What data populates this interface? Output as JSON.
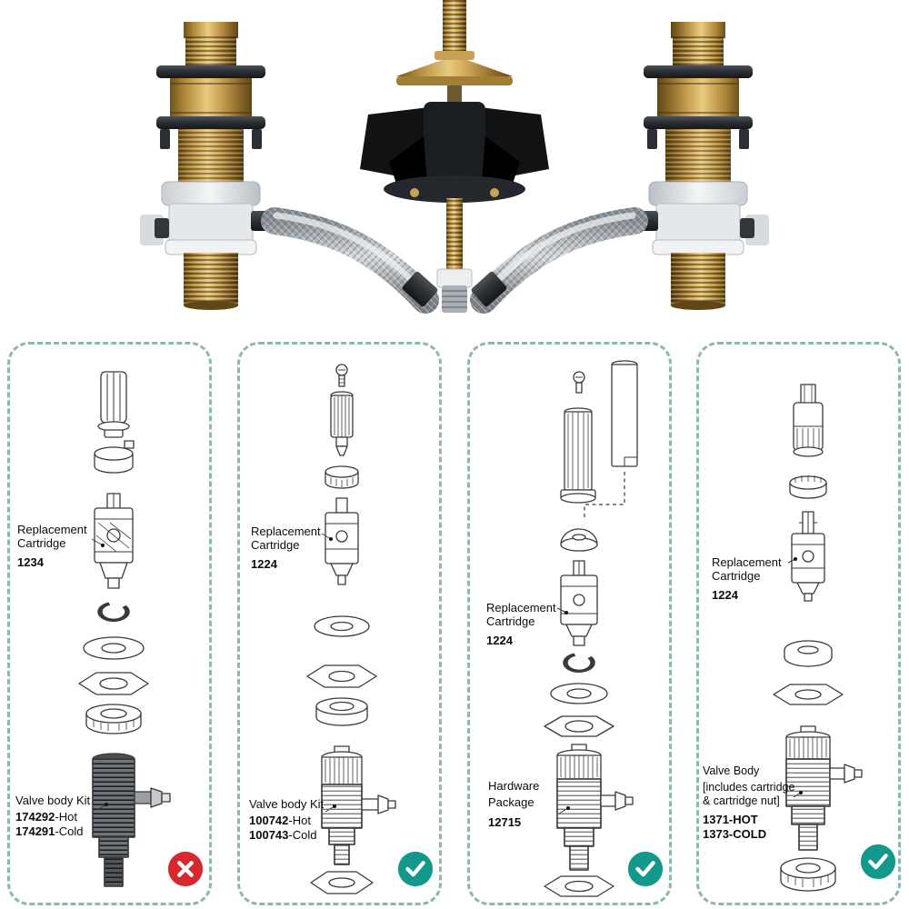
{
  "colors": {
    "panel_border": "#8fb7ae",
    "check_teal": "#12998c",
    "cross_red": "#d7282f"
  },
  "panels": [
    {
      "cartridge": {
        "label1": "Replacement",
        "label2": "Cartridge",
        "code": "1234"
      },
      "body": {
        "label1": "Valve body Kit",
        "rows": [
          {
            "code": "174292",
            "suffix": "-Hot"
          },
          {
            "code": "174291",
            "suffix": "-Cold"
          }
        ]
      },
      "status": "cross"
    },
    {
      "cartridge": {
        "label1": "Replacement",
        "label2": "Cartridge",
        "code": "1224"
      },
      "body": {
        "label1": "Valve body Kit",
        "rows": [
          {
            "code": "100742",
            "suffix": "-Hot"
          },
          {
            "code": "100743",
            "suffix": "-Cold"
          }
        ]
      },
      "status": "check"
    },
    {
      "cartridge": {
        "label1": "Replacement",
        "label2": "Cartridge",
        "code": "1224"
      },
      "body": {
        "label1": "Hardware",
        "label2": "Package",
        "rows": [
          {
            "code": "12715",
            "suffix": ""
          }
        ]
      },
      "status": "check"
    },
    {
      "cartridge": {
        "label1": "Replacement",
        "label2": "Cartridge",
        "code": "1224"
      },
      "body": {
        "label1": "Valve Body",
        "label2": "[includes cartridge",
        "label3": "& cartridge nut]",
        "rows": [
          {
            "code": "1371",
            "suffix": "-HOT"
          },
          {
            "code": "1373",
            "suffix": "-COLD"
          }
        ]
      },
      "status": "check"
    }
  ]
}
